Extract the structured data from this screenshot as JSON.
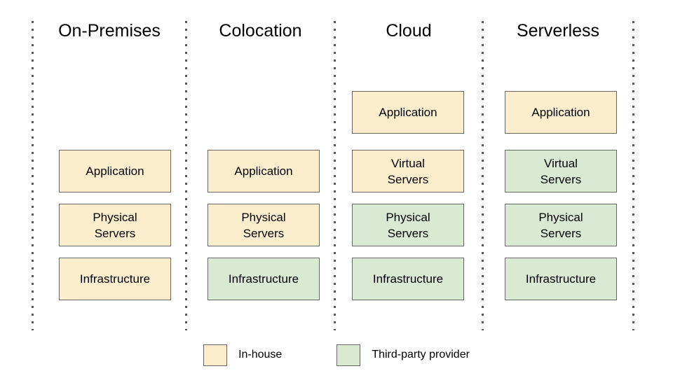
{
  "diagram": {
    "type": "layered-responsibility-matrix",
    "colors": {
      "in_house_fill": "#FCEECD",
      "third_party_fill": "#D9E9D2",
      "box_border": "#666666",
      "divider": "#595959",
      "background": "#FFFFFF",
      "text": "#000000"
    },
    "columns": [
      {
        "id": "on-premises",
        "header": "On-Premises",
        "layers": [
          {
            "label": "Application",
            "owner": "in-house"
          },
          {
            "label": "Physical\nServers",
            "line1": "Physical",
            "line2": "Servers",
            "owner": "in-house"
          },
          {
            "label": "Infrastructure",
            "owner": "in-house"
          }
        ]
      },
      {
        "id": "colocation",
        "header": "Colocation",
        "layers": [
          {
            "label": "Application",
            "owner": "in-house"
          },
          {
            "label": "Physical\nServers",
            "line1": "Physical",
            "line2": "Servers",
            "owner": "in-house"
          },
          {
            "label": "Infrastructure",
            "owner": "third-party"
          }
        ]
      },
      {
        "id": "cloud",
        "header": "Cloud",
        "layers": [
          {
            "label": "Application",
            "owner": "in-house"
          },
          {
            "label": "Virtual\nServers",
            "line1": "Virtual",
            "line2": "Servers",
            "owner": "in-house"
          },
          {
            "label": "Physical\nServers",
            "line1": "Physical",
            "line2": "Servers",
            "owner": "third-party"
          },
          {
            "label": "Infrastructure",
            "owner": "third-party"
          }
        ]
      },
      {
        "id": "serverless",
        "header": "Serverless",
        "layers": [
          {
            "label": "Application",
            "owner": "in-house"
          },
          {
            "label": "Virtual\nServers",
            "line1": "Virtual",
            "line2": "Servers",
            "owner": "third-party"
          },
          {
            "label": "Physical\nServers",
            "line1": "Physical",
            "line2": "Servers",
            "owner": "third-party"
          },
          {
            "label": "Infrastructure",
            "owner": "third-party"
          }
        ]
      }
    ],
    "legend": {
      "items": [
        {
          "label": "In-house",
          "owner": "in-house"
        },
        {
          "label": "Third-party provider",
          "owner": "third-party"
        }
      ]
    }
  }
}
